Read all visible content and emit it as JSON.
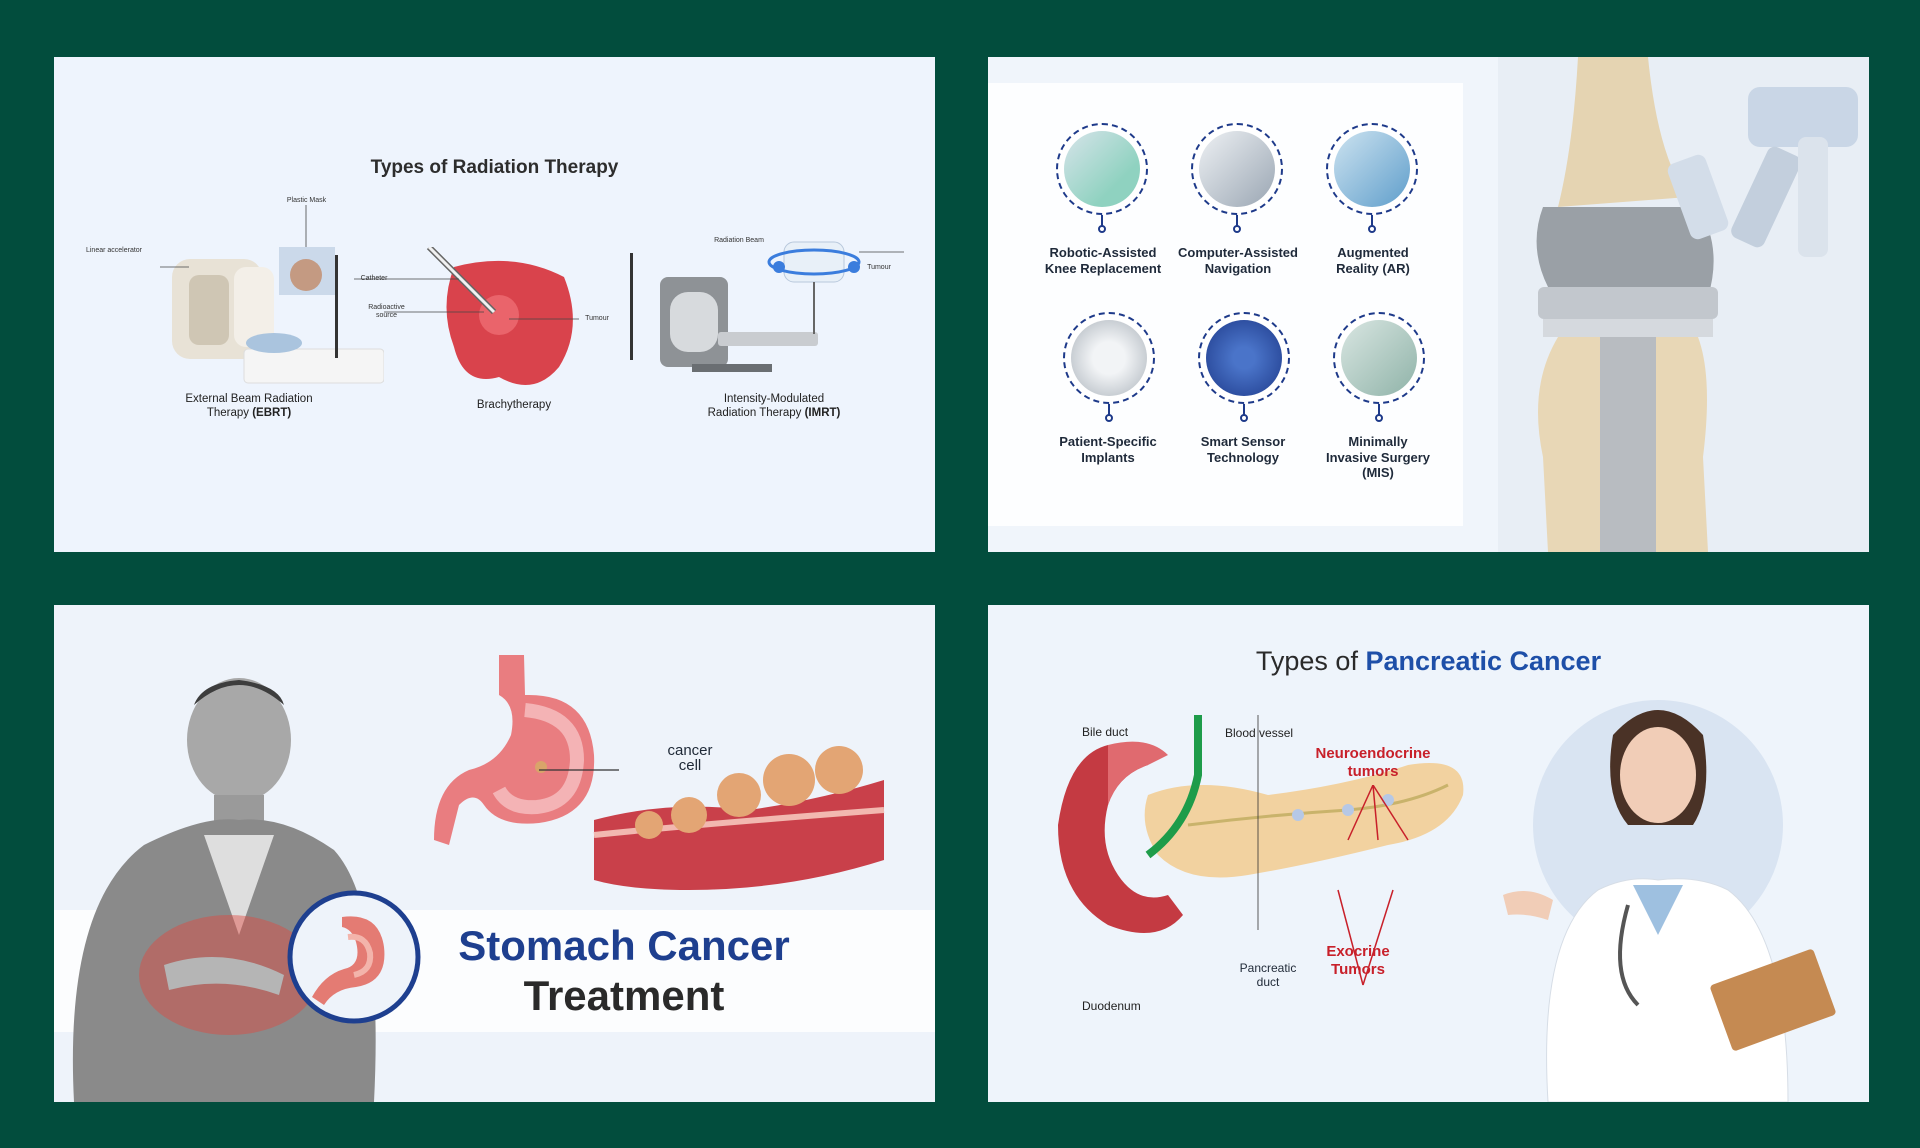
{
  "panel1": {
    "title": "Types of Radiation Therapy",
    "ebrt": {
      "label_linear": "Linear accelerator",
      "label_mask": "Plastic Mask",
      "caption_line1": "External Beam Radiation",
      "caption_line2_prefix": "Therapy ",
      "caption_line2_bold": "(EBRT)"
    },
    "brachy": {
      "label_catheter": "Catheter",
      "label_source": "Radioactive source",
      "label_tumour": "Tumour",
      "caption": "Brachytherapy"
    },
    "imrt": {
      "label_beam": "Radiation Beam",
      "label_tumour": "Tumour",
      "caption_line1": "Intensity-Modulated",
      "caption_line2_prefix": "Radiation Therapy ",
      "caption_line2_bold": "(IMRT)"
    }
  },
  "panel2": {
    "features": [
      {
        "line1": "Robotic-Assisted",
        "line2": "Knee Replacement",
        "line3": ""
      },
      {
        "line1": "Computer-Assisted",
        "line2": "Navigation",
        "line3": ""
      },
      {
        "line1": "Augmented",
        "line2": "Reality (AR)",
        "line3": ""
      },
      {
        "line1": "Patient-Specific",
        "line2": "Implants",
        "line3": ""
      },
      {
        "line1": "Smart Sensor",
        "line2": "Technology",
        "line3": ""
      },
      {
        "line1": "Minimally",
        "line2": "Invasive Surgery",
        "line3": "(MIS)"
      }
    ]
  },
  "panel3": {
    "label_cancer_cell_1": "cancer",
    "label_cancer_cell_2": "cell",
    "title_line1": "Stomach Cancer",
    "title_line2": "Treatment"
  },
  "panel4": {
    "title_prefix": "Types of ",
    "title_highlight": "Pancreatic Cancer",
    "label_bile_duct": "Bile duct",
    "label_blood_vessel": "Blood vessel",
    "label_neuro_1": "Neuroendocrine",
    "label_neuro_2": "tumors",
    "label_exocrine_1": "Exocrine",
    "label_exocrine_2": "Tumors",
    "label_pancreatic_duct_1": "Pancreatic",
    "label_pancreatic_duct_2": "duct",
    "label_duodenum": "Duodenum"
  },
  "colors": {
    "background": "#024d3d",
    "brand_blue": "#1e4fa8",
    "tumor_red": "#c8202a"
  }
}
